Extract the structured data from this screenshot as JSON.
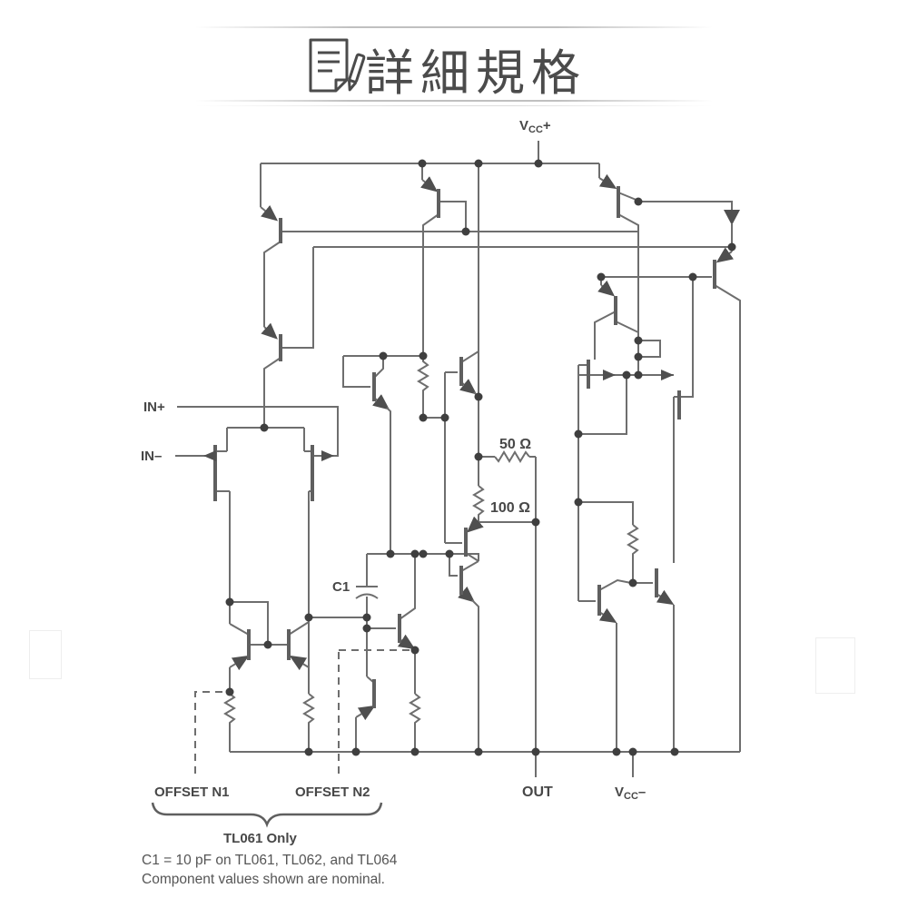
{
  "header": {
    "title": "詳細規格",
    "icon": "document-pen-icon"
  },
  "schematic": {
    "power": {
      "vcc_plus": {
        "main": "V",
        "sub": "CC",
        "sign": "+"
      },
      "vcc_minus": {
        "main": "V",
        "sub": "CC",
        "sign": "–"
      }
    },
    "pins": {
      "in_plus": "IN+",
      "in_minus": "IN–",
      "out": "OUT",
      "offset_n1": "OFFSET N1",
      "offset_n2": "OFFSET N2"
    },
    "components": {
      "r_50": "50 Ω",
      "r_100": "100 Ω",
      "c1": "C1"
    },
    "annotations": {
      "brace_label": "TL061 Only",
      "note_c1": "C1 = 10 pF on TL061, TL062, and TL064",
      "note_nominal": "Component values shown are nominal."
    },
    "colors": {
      "wire": "#6e6e6e",
      "junction_dot": "#3f3f3f",
      "label_text": "#474747",
      "title_text": "#4b4b4b"
    }
  }
}
